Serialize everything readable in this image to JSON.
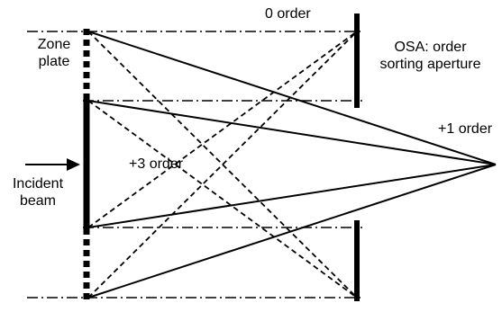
{
  "labels": {
    "zone_plate": [
      "Zone",
      "plate"
    ],
    "zero_order": "0 order",
    "osa": [
      "OSA: order",
      "sorting aperture"
    ],
    "plus_one": "+1 order",
    "plus_three": "+3 order",
    "incident": [
      "Incident",
      "beam"
    ]
  },
  "colors": {
    "stroke": "#000000",
    "background": "#ffffff"
  }
}
